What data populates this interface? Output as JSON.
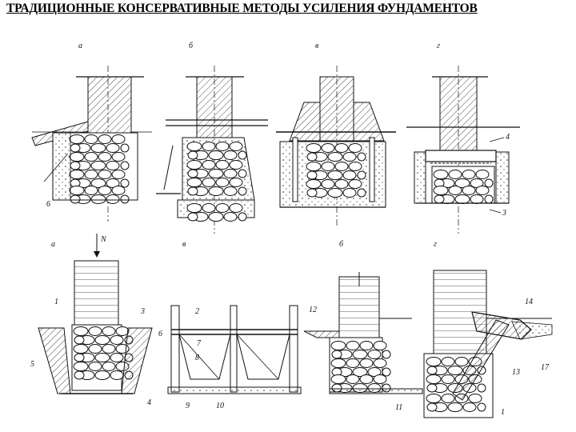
{
  "title": "ТРАДИЦИОННЫЕ КОНСЕРВАТИВНЫЕ МЕТОДЫ УСИЛЕНИЯ ФУНДАМЕНТОВ",
  "top_row": {
    "panel_labels": [
      "а",
      "б",
      "в",
      "г"
    ],
    "callouts": [
      "6",
      "4",
      "3"
    ]
  },
  "bottom_row": {
    "panel_labels": [
      "а",
      "в",
      "б",
      "г"
    ],
    "load_label": "N",
    "callouts": [
      "1",
      "3",
      "6",
      "5",
      "4",
      "2",
      "7",
      "8",
      "9",
      "10",
      "12",
      "11",
      "14",
      "13",
      "17",
      "1"
    ]
  }
}
